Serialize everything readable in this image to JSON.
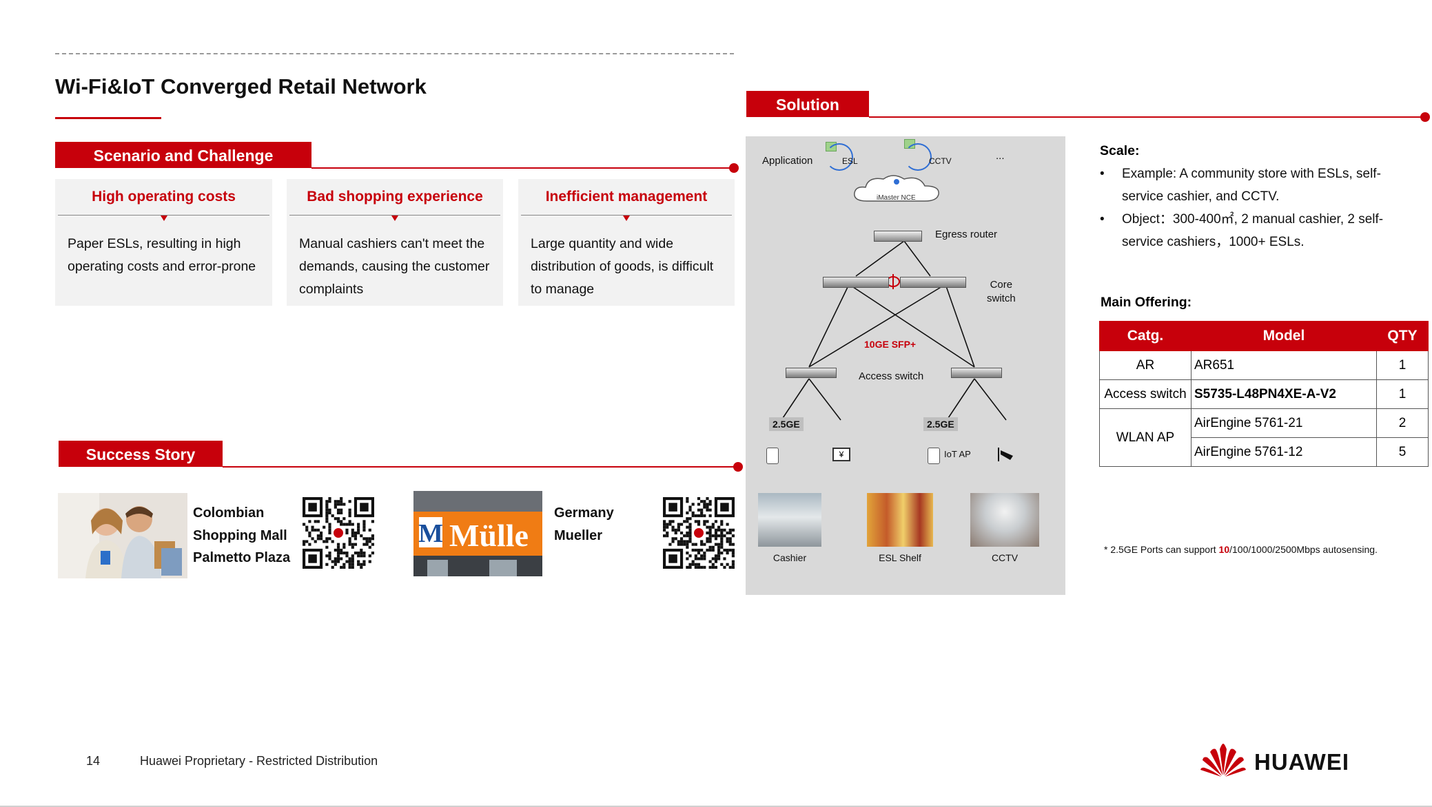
{
  "page": {
    "title": "Wi-Fi&IoT Converged Retail Network",
    "page_number": "14",
    "footer": "Huawei Proprietary - Restricted Distribution",
    "logo_text": "HUAWEI"
  },
  "scenario": {
    "header": "Scenario and Challenge",
    "cards": [
      {
        "title": "High operating costs",
        "body": "Paper ESLs, resulting in high operating costs and error-prone"
      },
      {
        "title": "Bad shopping experience",
        "body": "Manual cashiers can't meet the demands, causing the customer complaints"
      },
      {
        "title": "Inefficient management",
        "body": "Large quantity and wide distribution of goods, is difficult to manage"
      }
    ]
  },
  "success": {
    "header": "Success Story",
    "stories": [
      {
        "lines": [
          "Colombian",
          "Shopping Mall",
          "Palmetto Plaza"
        ]
      },
      {
        "lines": [
          "Germany",
          "Mueller"
        ]
      }
    ],
    "sign_text": "Mülle"
  },
  "solution": {
    "header": "Solution",
    "diagram": {
      "application": "Application",
      "esl": "ESL",
      "cctv": "CCTV",
      "ellipsis": "...",
      "cloud": "iMaster NCE",
      "egress_router": "Egress router",
      "core_switch": [
        "Core",
        "switch"
      ],
      "uplink": "10GE SFP+",
      "access_switch": "Access switch",
      "speed_left": "2.5GE",
      "speed_right": "2.5GE",
      "iot_ap": "IoT AP",
      "cashier_symbol": "¥",
      "photos": [
        "Cashier",
        "ESL Shelf",
        "CCTV"
      ]
    },
    "scale": {
      "title": "Scale:",
      "bullets": [
        "Example: A community store with ESLs, self-service cashier, and CCTV.",
        "Object：300-400㎡, 2 manual cashier, 2 self-service cashiers，1000+ ESLs."
      ]
    },
    "offering": {
      "title": "Main Offering:",
      "headers": [
        "Catg.",
        "Model",
        "QTY"
      ],
      "rows": [
        {
          "catg": "AR",
          "model": "AR651",
          "qty": "1"
        },
        {
          "catg": "Access switch",
          "model": "S5735-L48PN4XE-A-V2",
          "qty": "1"
        },
        {
          "catg": "WLAN AP",
          "model": "AirEngine 5761-21",
          "qty": "2"
        },
        {
          "catg": "",
          "model": "AirEngine 5761-12",
          "qty": "5"
        }
      ]
    },
    "note": {
      "prefix": "* 2.5GE Ports can support ",
      "highlight": "10",
      "suffix": "/100/1000/2500Mbps autosensing."
    }
  },
  "colors": {
    "brand": "#c7000b",
    "card_bg": "#f2f2f2",
    "diagram_bg": "#d9d9d9"
  }
}
